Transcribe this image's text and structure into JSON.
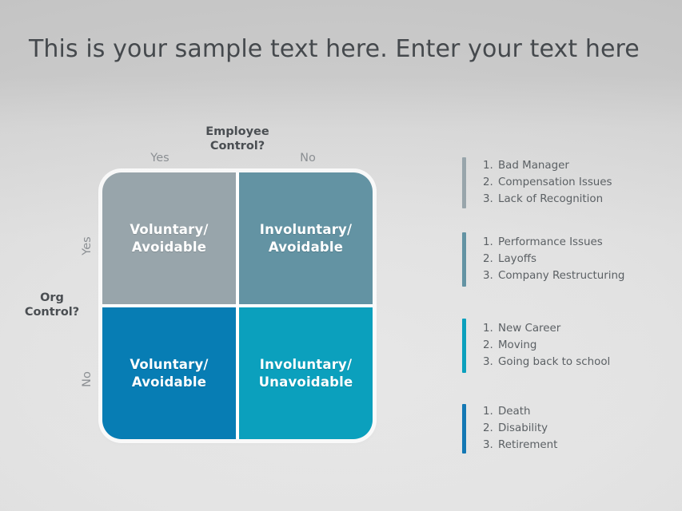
{
  "slide": {
    "title": "This is your sample text here. Enter your text here",
    "background_top": "#dcdcdc",
    "background_bottom": "#f1f1f1"
  },
  "matrix": {
    "column_axis_title": "Employee\nControl?",
    "column_ticks": [
      "Yes",
      "No"
    ],
    "row_axis_title": "Org\nControl?",
    "row_ticks": [
      "Yes",
      "No"
    ],
    "quadrants": [
      {
        "id": "voluntary-avoidable-top",
        "label": "Voluntary/\nAvoidable",
        "color": "#98a5ab"
      },
      {
        "id": "involuntary-avoidable",
        "label": "Involuntary/\nAvoidable",
        "color": "#6393a3"
      },
      {
        "id": "voluntary-avoidable-bottom",
        "label": "Voluntary/\nAvoidable",
        "color": "#077db4"
      },
      {
        "id": "involuntary-unavoidable",
        "label": "Involuntary/\nUnavoidable",
        "color": "#0ba0bd"
      }
    ]
  },
  "lists": [
    {
      "id": "list-voluntary-avoidable-top",
      "color": "#98a5ab",
      "items": [
        {
          "num": "1.",
          "text": "Bad Manager"
        },
        {
          "num": "2.",
          "text": "Compensation Issues"
        },
        {
          "num": "3.",
          "text": "Lack of Recognition"
        }
      ]
    },
    {
      "id": "list-involuntary-avoidable",
      "color": "#6393a3",
      "items": [
        {
          "num": "1.",
          "text": "Performance Issues"
        },
        {
          "num": "2.",
          "text": "Layoffs"
        },
        {
          "num": "3.",
          "text": "Company Restructuring"
        }
      ]
    },
    {
      "id": "list-involuntary-unavoidable",
      "color": "#0ba0bd",
      "items": [
        {
          "num": "1.",
          "text": "New Career"
        },
        {
          "num": "2.",
          "text": "Moving"
        },
        {
          "num": "3.",
          "text": "Going back to school"
        }
      ]
    },
    {
      "id": "list-voluntary-avoidable-bottom",
      "color": "#1378b4",
      "items": [
        {
          "num": "1.",
          "text": "Death"
        },
        {
          "num": "2.",
          "text": "Disability"
        },
        {
          "num": "3.",
          "text": "Retirement"
        }
      ]
    }
  ]
}
